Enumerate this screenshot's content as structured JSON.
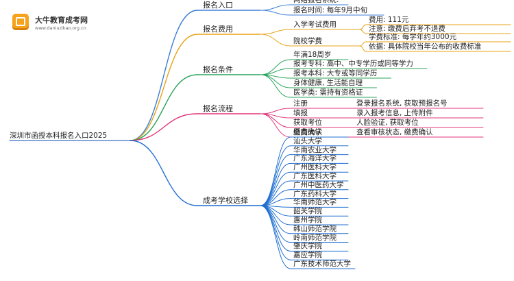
{
  "brand": {
    "name": "大牛教育成考网",
    "url": "www.daniuzikao.org.cn",
    "icon": "book-icon"
  },
  "mindmap": {
    "root": "深圳市函授本科报名入口2025",
    "sections": [
      {
        "label": "报名入口",
        "color": "#3b7fd8",
        "items": [
          {
            "label": "网络报名系统:"
          },
          {
            "label": "报名时间: 每年9月中旬"
          }
        ]
      },
      {
        "label": "报名费用",
        "color": "#e8a317",
        "items": [
          {
            "label": "入学考试费用",
            "children": [
              "费用: 111元",
              "注意: 缴费后弃考不退费"
            ]
          },
          {
            "label": "院校学费",
            "children": [
              "学费标准: 每学年约3000元",
              "依据: 具体院校当年公布的收费标准"
            ]
          }
        ]
      },
      {
        "label": "报名条件",
        "color": "#2aa35a",
        "items": [
          {
            "label": "年满18周岁"
          },
          {
            "label": "报考专科: 高中、中专学历或同等学力"
          },
          {
            "label": "报考本科: 大专或等同学历"
          },
          {
            "label": "身体健康, 生活能自理"
          },
          {
            "label": "医学类: 需持有资格证"
          }
        ]
      },
      {
        "label": "报名流程",
        "color": "#e0347a",
        "items": [
          {
            "label": "注册",
            "note": "登录报名系统, 获取预报名号"
          },
          {
            "label": "填报",
            "note": "录入报考信息, 上传附件"
          },
          {
            "label": "获取考位",
            "note": "人脸验证, 获取考位"
          },
          {
            "label": "缴费确认",
            "note": "查看审核状态, 缴费确认"
          }
        ]
      },
      {
        "label": "成考学校选择",
        "color": "#1f6fd1",
        "items": [
          {
            "label": "暨南大学"
          },
          {
            "label": "汕头大学"
          },
          {
            "label": "华南农业大学"
          },
          {
            "label": "广东海洋大学"
          },
          {
            "label": "广州医科大学"
          },
          {
            "label": "广东医科大学"
          },
          {
            "label": "广州中医药大学"
          },
          {
            "label": "广东药科大学"
          },
          {
            "label": "华南师范大学"
          },
          {
            "label": "韶关学院"
          },
          {
            "label": "惠州学院"
          },
          {
            "label": "韩山师范学院"
          },
          {
            "label": "岭南师范学院"
          },
          {
            "label": "肇庆学院"
          },
          {
            "label": "嘉应学院"
          },
          {
            "label": "广东技术师范大学"
          }
        ]
      }
    ]
  }
}
